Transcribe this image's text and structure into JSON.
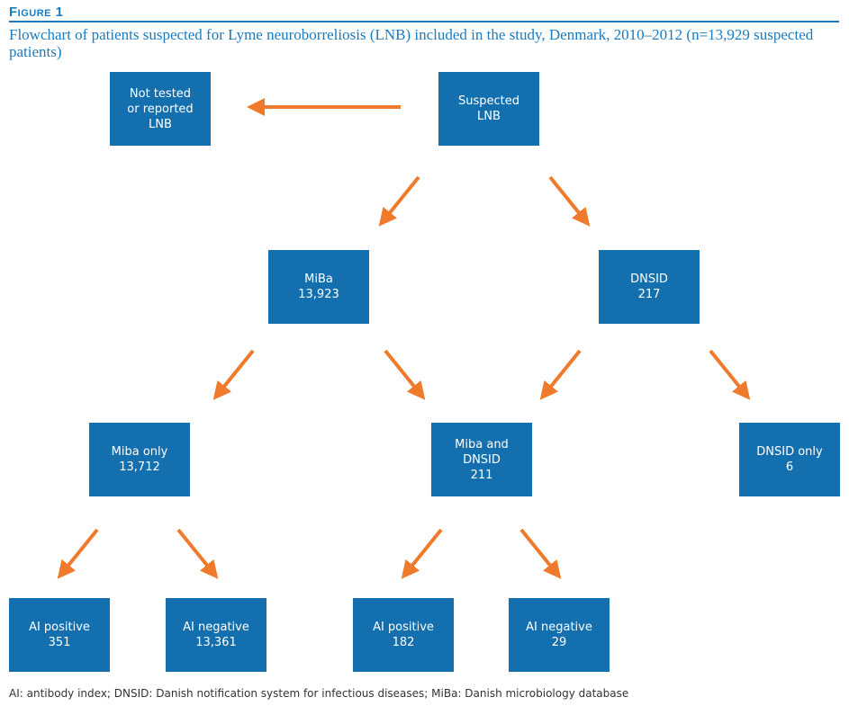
{
  "figure": {
    "label": "Figure 1",
    "caption": "Flowchart of patients suspected for Lyme neuroborreliosis (LNB) included in the study, Denmark, 2010–2012 (n=13,929 suspected patients)"
  },
  "nodes": {
    "not_tested": {
      "label": "Not tested\nor reported\nLNB",
      "value": ""
    },
    "suspected": {
      "label": "Suspected\nLNB",
      "value": ""
    },
    "miba": {
      "label": "MiBa",
      "value": "13,923"
    },
    "dnsid": {
      "label": "DNSID",
      "value": "217"
    },
    "miba_only": {
      "label": "Miba only",
      "value": "13,712"
    },
    "miba_and_dnsid": {
      "label": "Miba and\nDNSID",
      "value": "211"
    },
    "dnsid_only": {
      "label": "DNSID only",
      "value": "6"
    },
    "ai_pos_1": {
      "label": "AI positive",
      "value": "351"
    },
    "ai_neg_1": {
      "label": "AI negative",
      "value": "13,361"
    },
    "ai_pos_2": {
      "label": "AI positive",
      "value": "182"
    },
    "ai_neg_2": {
      "label": "AI negative",
      "value": "29"
    }
  },
  "colors": {
    "box": "#136fae",
    "arrow": "#f07a2b",
    "title": "#1a7bbf"
  },
  "footnote": "AI: antibody index; DNSID: Danish notification system for infectious diseases; MiBa: Danish microbiology database"
}
